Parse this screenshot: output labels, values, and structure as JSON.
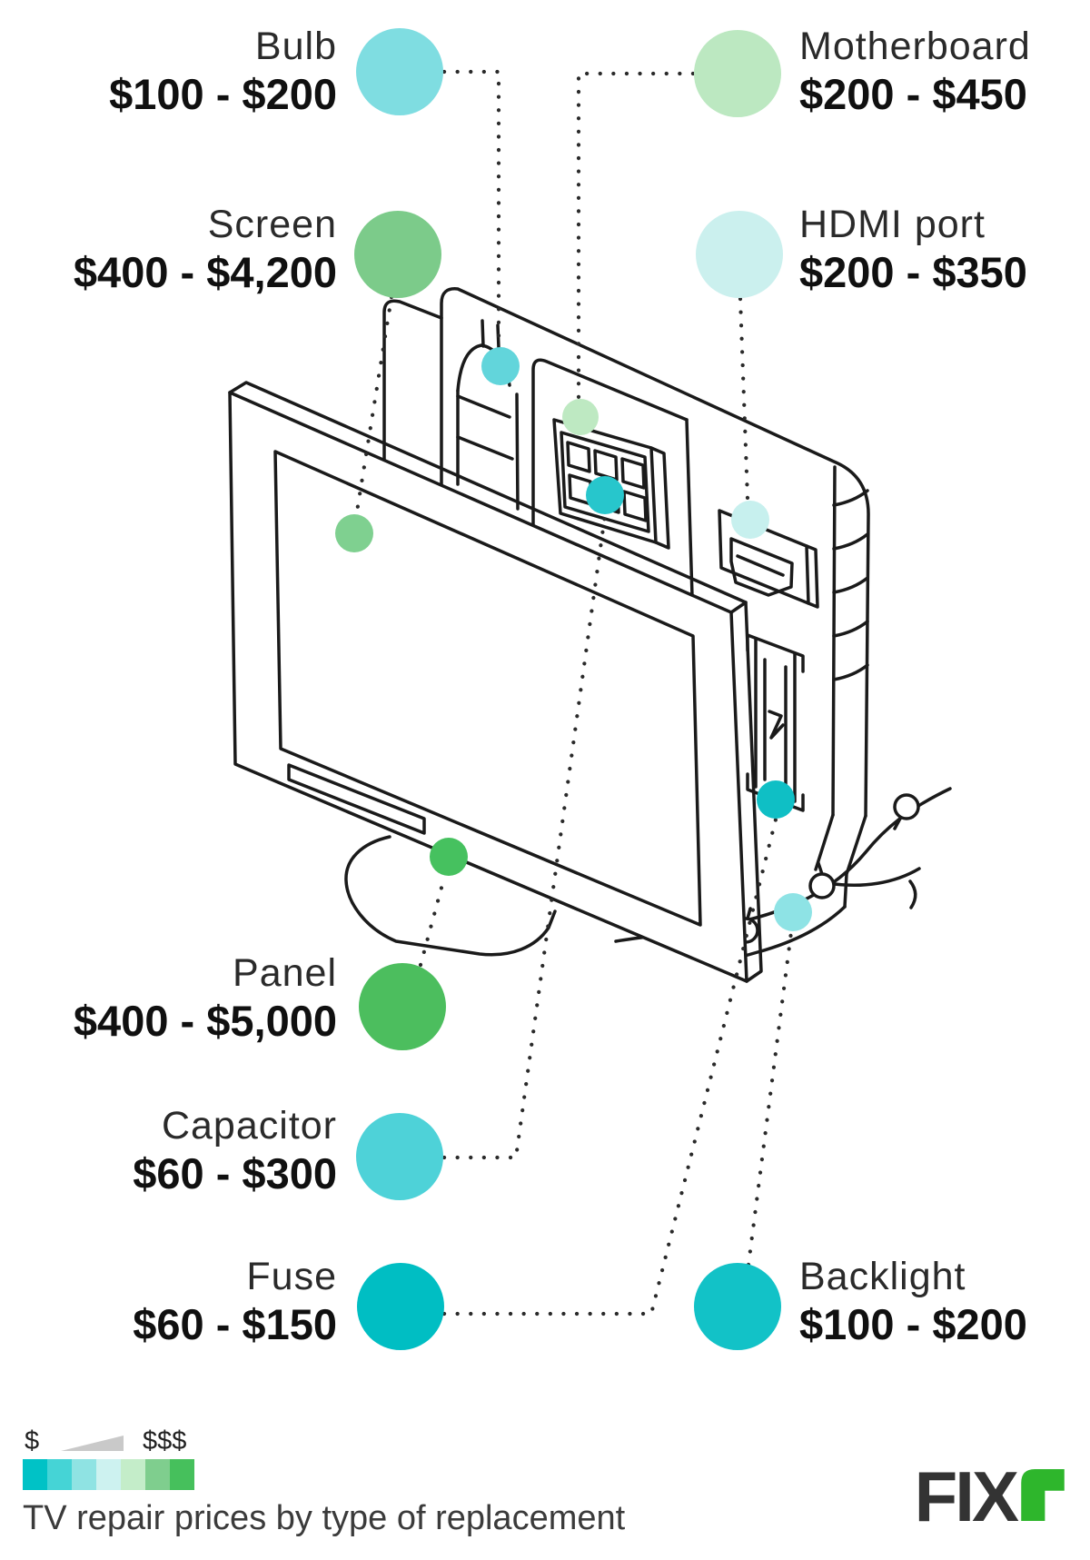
{
  "caption": "TV repair prices by type of replacement",
  "legend": {
    "low_symbol": "$",
    "high_symbol": "$$$",
    "triangle_color": "#c9c9c9",
    "scale_colors": [
      "#00c2c6",
      "#45d4d6",
      "#8fe3e3",
      "#cdf2f0",
      "#c4edc9",
      "#7fce8e",
      "#46c05c"
    ]
  },
  "logo": {
    "text": "FIX",
    "accent": "r",
    "text_color": "#333333",
    "accent_color": "#2eb62c"
  },
  "parts": {
    "bulb": {
      "label": "Bulb",
      "price": "$100 - $200",
      "circle_color": "#7fdde1",
      "dot_color": "#62d5db"
    },
    "motherboard": {
      "label": "Motherboard",
      "price": "$200 - $450",
      "circle_color": "#bce8c1",
      "dot_color": "#bee9c2"
    },
    "screen": {
      "label": "Screen",
      "price": "$400 - $4,200",
      "circle_color": "#7ccb8a",
      "dot_color": "#7fd090"
    },
    "hdmi": {
      "label": "HDMI port",
      "price": "$200 - $350",
      "circle_color": "#cbf0ee",
      "dot_color": "#c7f0ee"
    },
    "panel": {
      "label": "Panel",
      "price": "$400 - $5,000",
      "circle_color": "#4cbe5e",
      "dot_color": "#46c15f"
    },
    "capacitor": {
      "label": "Capacitor",
      "price": "$60 - $300",
      "circle_color": "#4ed2d8",
      "dot_color": "#27c6cc"
    },
    "fuse": {
      "label": "Fuse",
      "price": "$60 - $150",
      "circle_color": "#00bec3",
      "dot_color": "#0fbfc5"
    },
    "backlight": {
      "label": "Backlight",
      "price": "$100 - $200",
      "circle_color": "#12c2c7",
      "dot_color": "#8ee3e5"
    }
  }
}
